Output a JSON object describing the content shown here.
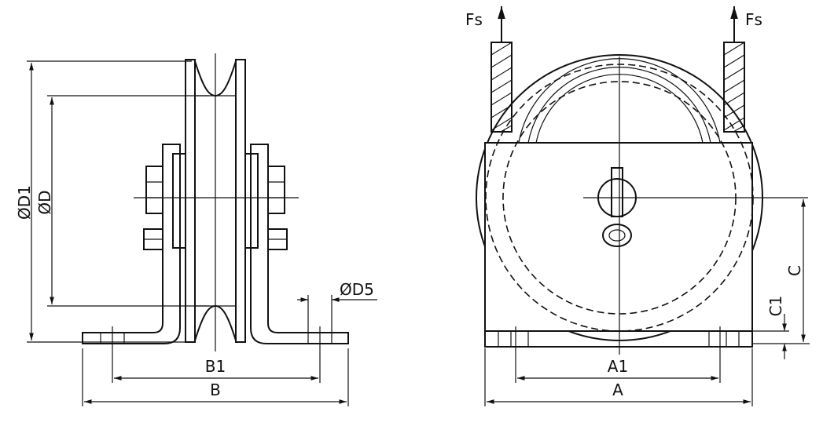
{
  "side_view": {
    "dim_d1": "ØD1",
    "dim_d": "ØD",
    "dim_d5": "ØD5",
    "dim_b1": "B1",
    "dim_b": "B"
  },
  "front_view": {
    "force_left": "Fs",
    "force_right": "Fs",
    "dim_c": "C",
    "dim_c1": "C1",
    "dim_a1": "A1",
    "dim_a": "A"
  }
}
